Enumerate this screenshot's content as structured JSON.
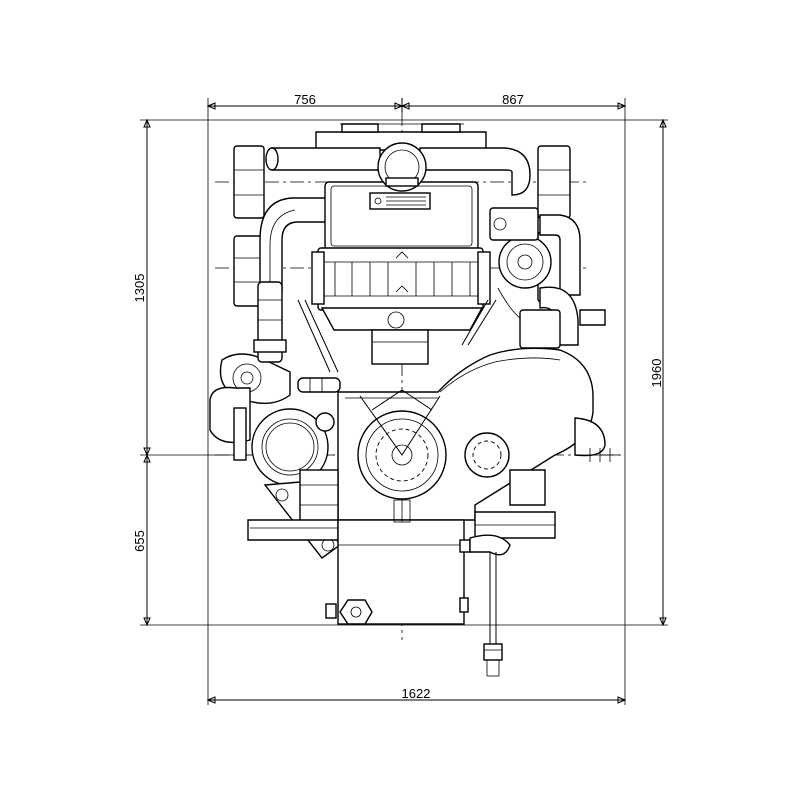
{
  "dimensions": {
    "top_left_width": "756",
    "top_right_width": "867",
    "bottom_total_width": "1622",
    "left_upper_height": "1305",
    "left_lower_height": "655",
    "right_total_height": "1960"
  },
  "plate_text": "",
  "colors": {
    "line": "#000000",
    "background": "#ffffff"
  }
}
